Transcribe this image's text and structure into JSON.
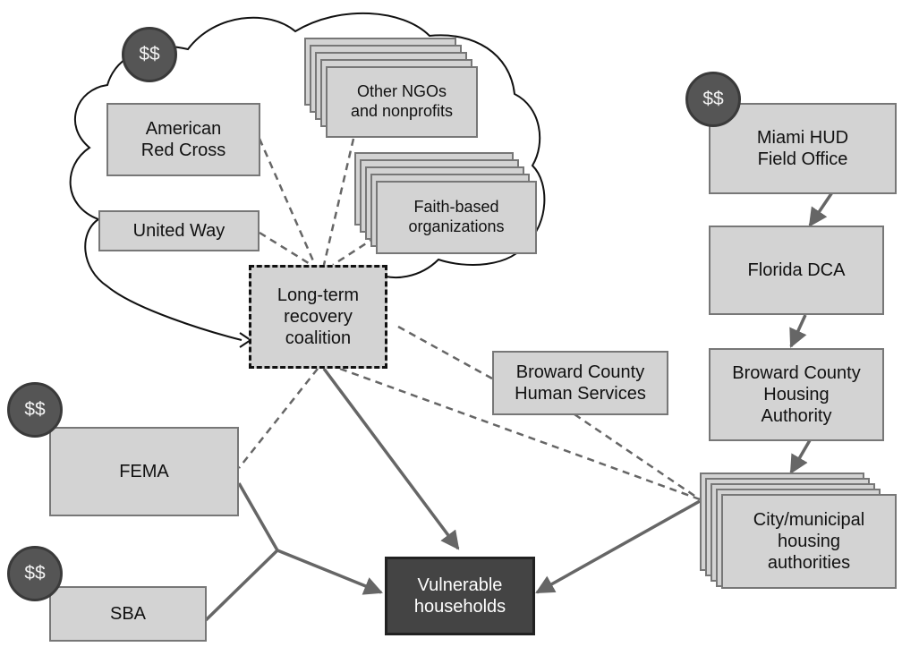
{
  "money_badge": "$$",
  "nodes": {
    "red_cross": "American\nRed Cross",
    "other_ngos": "Other NGOs\nand nonprofits",
    "united_way": "United Way",
    "faith_based": "Faith-based\norganizations",
    "ltrc": "Long-term\nrecovery\ncoalition",
    "broward_hs": "Broward County\nHuman Services",
    "fema": "FEMA",
    "sba": "SBA",
    "vulnerable": "Vulnerable\nhouseholds",
    "miami_hud": "Miami HUD\nField Office",
    "florida_dca": "Florida DCA",
    "broward_ha": "Broward County\nHousing\nAuthority",
    "city_ha": "City/municipal\nhousing\nauthorities"
  },
  "colors": {
    "box_fill": "#d3d3d3",
    "badge_fill": "#555555",
    "target_fill": "#444444",
    "line": "#666666"
  }
}
